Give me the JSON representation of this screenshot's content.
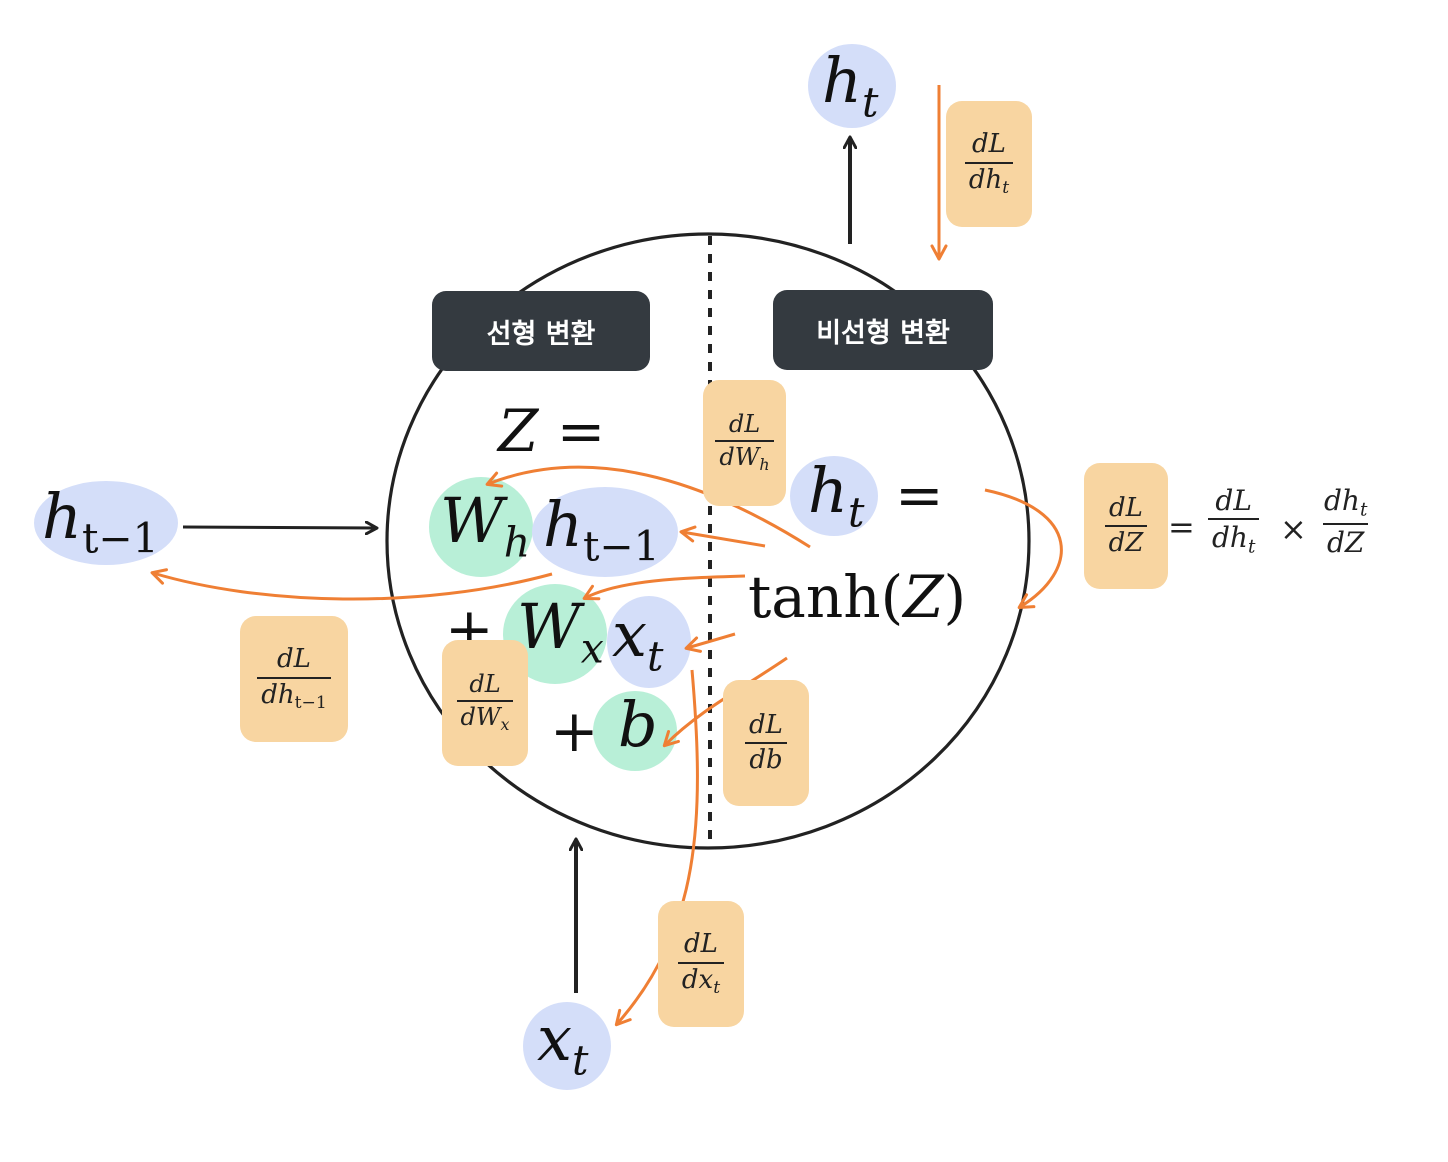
{
  "labels": {
    "linear": "선형 변환",
    "nonlinear": "비선형 변환"
  },
  "equations": {
    "z_lhs": "Z =",
    "h_lhs": "h",
    "h_lhs_sub": "t",
    "h_eq": "=",
    "tanh": "tanh(",
    "tanh_arg": "Z",
    "tanh_close": ")",
    "plus1": "+",
    "plus2": "+"
  },
  "symbols": {
    "h_top": {
      "base": "h",
      "sub": "t"
    },
    "h_prev_left": {
      "base": "h",
      "sub": "t−1"
    },
    "x_bottom": {
      "base": "x",
      "sub": "t"
    },
    "Wh": {
      "base": "W",
      "sub": "h"
    },
    "h_prev_in": {
      "base": "h",
      "sub": "t−1"
    },
    "Wx": {
      "base": "W",
      "sub": "x"
    },
    "x_in": {
      "base": "x",
      "sub": "t"
    },
    "b": {
      "base": "b"
    }
  },
  "gradients": {
    "dL_dht": {
      "num": "dL",
      "den": "dh",
      "den_sub": "t"
    },
    "dL_dWh": {
      "num": "dL",
      "den": "dW",
      "den_sub": "h"
    },
    "dL_dZ": {
      "num": "dL",
      "den": "dZ"
    },
    "dL_dhprev": {
      "num": "dL",
      "den": "dh",
      "den_sub": "t−1"
    },
    "dL_dWx": {
      "num": "dL",
      "den": "dW",
      "den_sub": "x"
    },
    "dL_db": {
      "num": "dL",
      "den": "db"
    },
    "dL_dxt": {
      "num": "dL",
      "den": "dx",
      "den_sub": "t"
    }
  },
  "chain_rule": {
    "equals": "=",
    "times": "×",
    "f1": {
      "num": "dL",
      "den": "dh",
      "den_sub": "t"
    },
    "f2": {
      "num": "dh",
      "num_sub": "t",
      "den": "dZ"
    }
  },
  "colors": {
    "blue_highlight": "#d4def9",
    "green_highlight": "#b8efd7",
    "gradient_box": "#f8d5a1",
    "arrow_forward": "#222222",
    "arrow_backward": "#ef7f34",
    "tag_bg": "#343a40"
  }
}
